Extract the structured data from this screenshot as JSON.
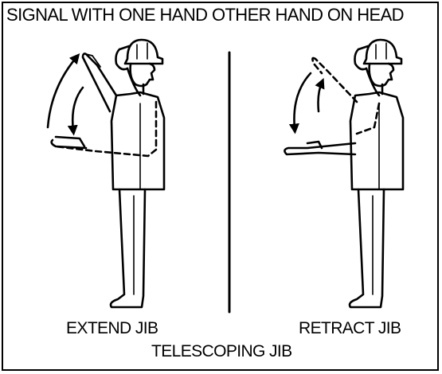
{
  "diagram": {
    "title": "SIGNAL WITH ONE HAND OTHER HAND ON HEAD",
    "left_label": "EXTEND JIB",
    "right_label": "RETRACT JIB",
    "caption": "TELESCOPING JIB"
  }
}
